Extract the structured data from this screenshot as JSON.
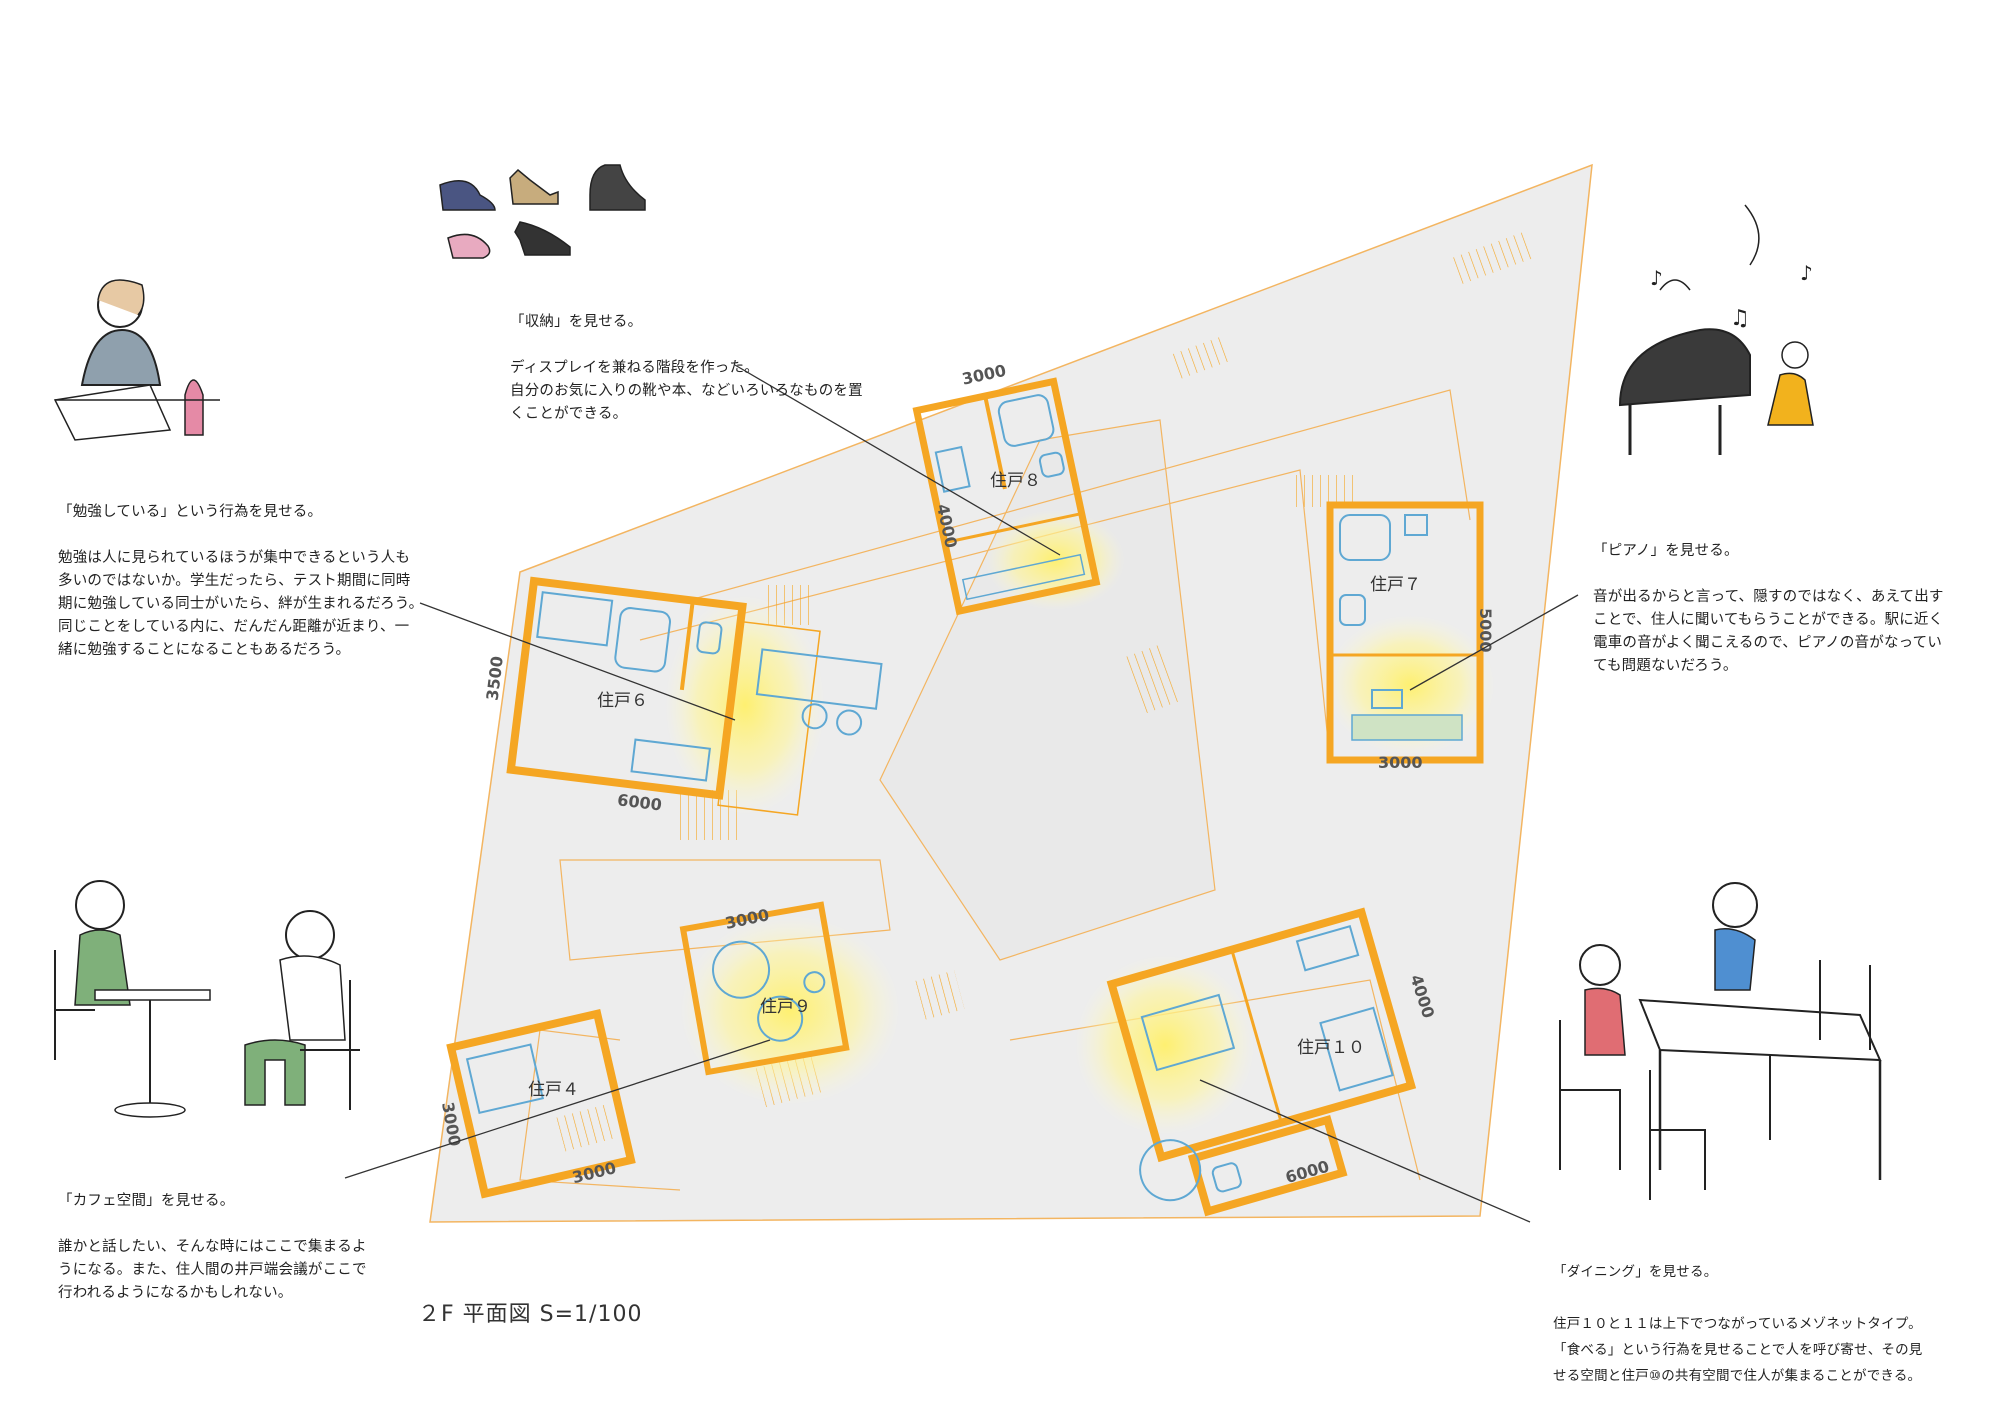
{
  "plan_title": "２F 平面図 S=1/100",
  "units": [
    {
      "id": "unit6",
      "label": "住戸６"
    },
    {
      "id": "unit7",
      "label": "住戸７"
    },
    {
      "id": "unit8",
      "label": "住戸８"
    },
    {
      "id": "unit9",
      "label": "住戸９"
    },
    {
      "id": "unit4",
      "label": "住戸４"
    },
    {
      "id": "unit10",
      "label": "住戸１０"
    }
  ],
  "dimensions": {
    "unit8_width": "3000",
    "unit8_depth": "4000",
    "unit6_depth": "3500",
    "unit6_width": "6000",
    "unit7_width": "3000",
    "unit7_depth": "5000",
    "unit9_width": "3000",
    "unit4_depth": "3000",
    "unit4_width": "3000",
    "unit10_depth": "4000",
    "unit10_width": "6000"
  },
  "notes": {
    "storage": {
      "title": "「収納」を見せる。",
      "body": "ディスプレイを兼ねる階段を作った。\n自分のお気に入りの靴や本、などいろいろなものを置\nくことができる。"
    },
    "study": {
      "title": "「勉強している」という行為を見せる。",
      "body": "勉強は人に見られているほうが集中できるという人も\n多いのではないか。学生だったら、テスト期間に同時\n期に勉強している同士がいたら、絆が生まれるだろう。\n同じことをしている内に、だんだん距離が近まり、一\n緒に勉強することになることもあるだろう。"
    },
    "piano": {
      "title": "「ピアノ」を見せる。",
      "body": "音が出るからと言って、隠すのではなく、あえて出す\nことで、住人に聞いてもらうことができる。駅に近く\n電車の音がよく聞こえるので、ピアノの音がなってい\nても問題ないだろう。"
    },
    "cafe": {
      "title": "「カフェ空間」を見せる。",
      "body": "誰かと話したい、そんな時にはここで集まるよ\nうになる。また、住人間の井戸端会議がここで\n行われるようになるかもしれない。"
    },
    "dining": {
      "title": "「ダイニング」を見せる。",
      "body": "住戸１０と１１は上下でつながっているメゾネットタイプ。\n「食べる」という行為を見せることで人を呼び寄せ、その見\nせる空間と住戸⑩の共有空間で住人が集まることができる。"
    }
  },
  "colors": {
    "wall": "#f5a623",
    "site_line": "#f3b561",
    "site_fill": "#ededed",
    "glow": "#fff27a",
    "fixture": "#5fa8d3",
    "leader": "#333333"
  },
  "illustrations": [
    "shoes",
    "student-studying",
    "pianist",
    "cafe-conversation",
    "family-dining"
  ]
}
